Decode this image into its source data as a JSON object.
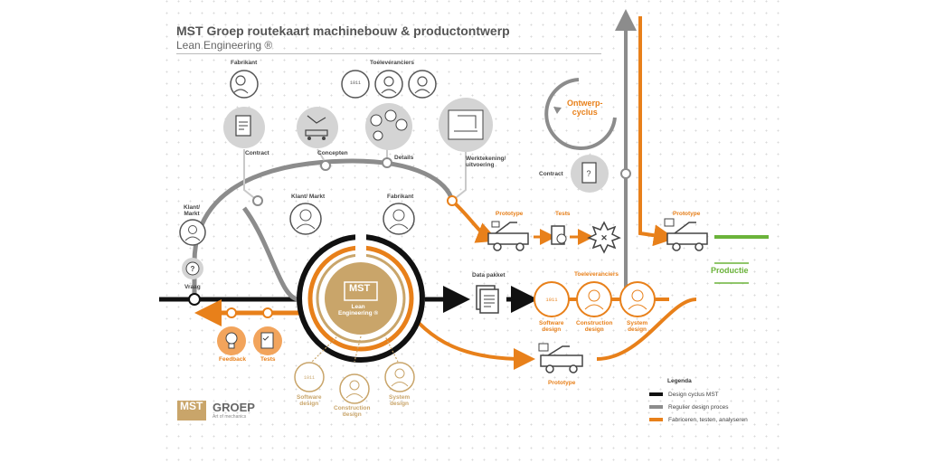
{
  "header": {
    "title": "MST Groep routekaart machinebouw & productontwerp",
    "subtitle": "Lean Engineering ®"
  },
  "labels": {
    "fabrikant_top": "Fabrikant",
    "contract": "Contract",
    "concepten": "Concepten",
    "toeleveranciers_top": "Toeleveranciers",
    "details": "Details",
    "werktekening": "Werktekening/\nuitvoering",
    "klant_markt_left": "Klant/\nMarkt",
    "vraag": "Vraag",
    "klant_markt_mid": "Klant/ Markt",
    "fabrikant_mid": "Fabrikant",
    "center_logo": "MST",
    "center_title": "Lean\nEngineering ®",
    "ontwerpcyclus": "Ontwerp-\ncyclus",
    "contract_right": "Contract",
    "prototype_1": "Prototype",
    "tests_1": "Tests",
    "prototype_2": "Prototype",
    "productie": "Productie",
    "data_pakket": "Data pakket",
    "toeleveranciers_bottom": "Toeleveranciers",
    "software_design": "Software\ndesign",
    "construction_design": "Construction\ndesign",
    "system_design": "System\ndesign",
    "feedback": "Feedback",
    "tests_left": "Tests",
    "prototype_bottom": "Prototype",
    "software_design_g": "Software\ndesign",
    "construction_design_g": "Construction\ndesign",
    "system_design_g": "System\ndesign"
  },
  "logo": {
    "mark": "MST",
    "name": "GROEP",
    "tagline": "Art of mechanics"
  },
  "legend": {
    "title": "Legenda",
    "items": [
      {
        "label": "Design cyclus MST",
        "color": "#111111"
      },
      {
        "label": "Regulier design proces",
        "color": "#888888"
      },
      {
        "label": "Fabriceren, testen, analyseren",
        "color": "#e8801a"
      }
    ]
  },
  "colors": {
    "black": "#111111",
    "gray": "#8c8c8c",
    "orange": "#e8801a",
    "gold": "#c9a56a",
    "green": "#6bb33a",
    "light": "#d4d4d4"
  }
}
